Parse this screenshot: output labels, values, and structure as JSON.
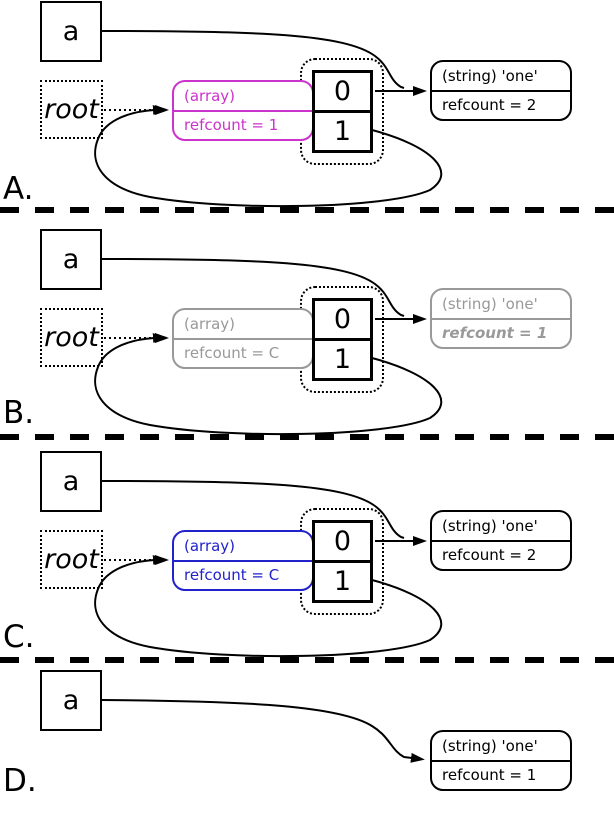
{
  "colors": {
    "array_node_a": "#cc33cc",
    "array_node_b": "#999999",
    "array_node_c": "#2222cc",
    "string_node_faded": "#999999",
    "ink": "#000000"
  },
  "panels": [
    {
      "label": "A.",
      "var_label": "a",
      "root_label": "root",
      "array_box": {
        "type_label": "(array)",
        "refcount": "refcount = 1",
        "color": "#cc33cc"
      },
      "cells": [
        "0",
        "1"
      ],
      "string_box": {
        "type_label": "(string) 'one'",
        "refcount": "refcount = 2",
        "color": "#000000"
      }
    },
    {
      "label": "B.",
      "var_label": "a",
      "root_label": "root",
      "array_box": {
        "type_label": "(array)",
        "refcount": "refcount = C",
        "color": "#999999"
      },
      "cells": [
        "0",
        "1"
      ],
      "string_box": {
        "type_label": "(string) 'one'",
        "refcount": "refcount = 1",
        "color": "#999999"
      }
    },
    {
      "label": "C.",
      "var_label": "a",
      "root_label": "root",
      "array_box": {
        "type_label": "(array)",
        "refcount": "refcount = C",
        "color": "#2222cc"
      },
      "cells": [
        "0",
        "1"
      ],
      "string_box": {
        "type_label": "(string) 'one'",
        "refcount": "refcount = 2",
        "color": "#000000"
      }
    },
    {
      "label": "D.",
      "var_label": "a",
      "string_box": {
        "type_label": "(string) 'one'",
        "refcount": "refcount = 1",
        "color": "#000000"
      }
    }
  ]
}
